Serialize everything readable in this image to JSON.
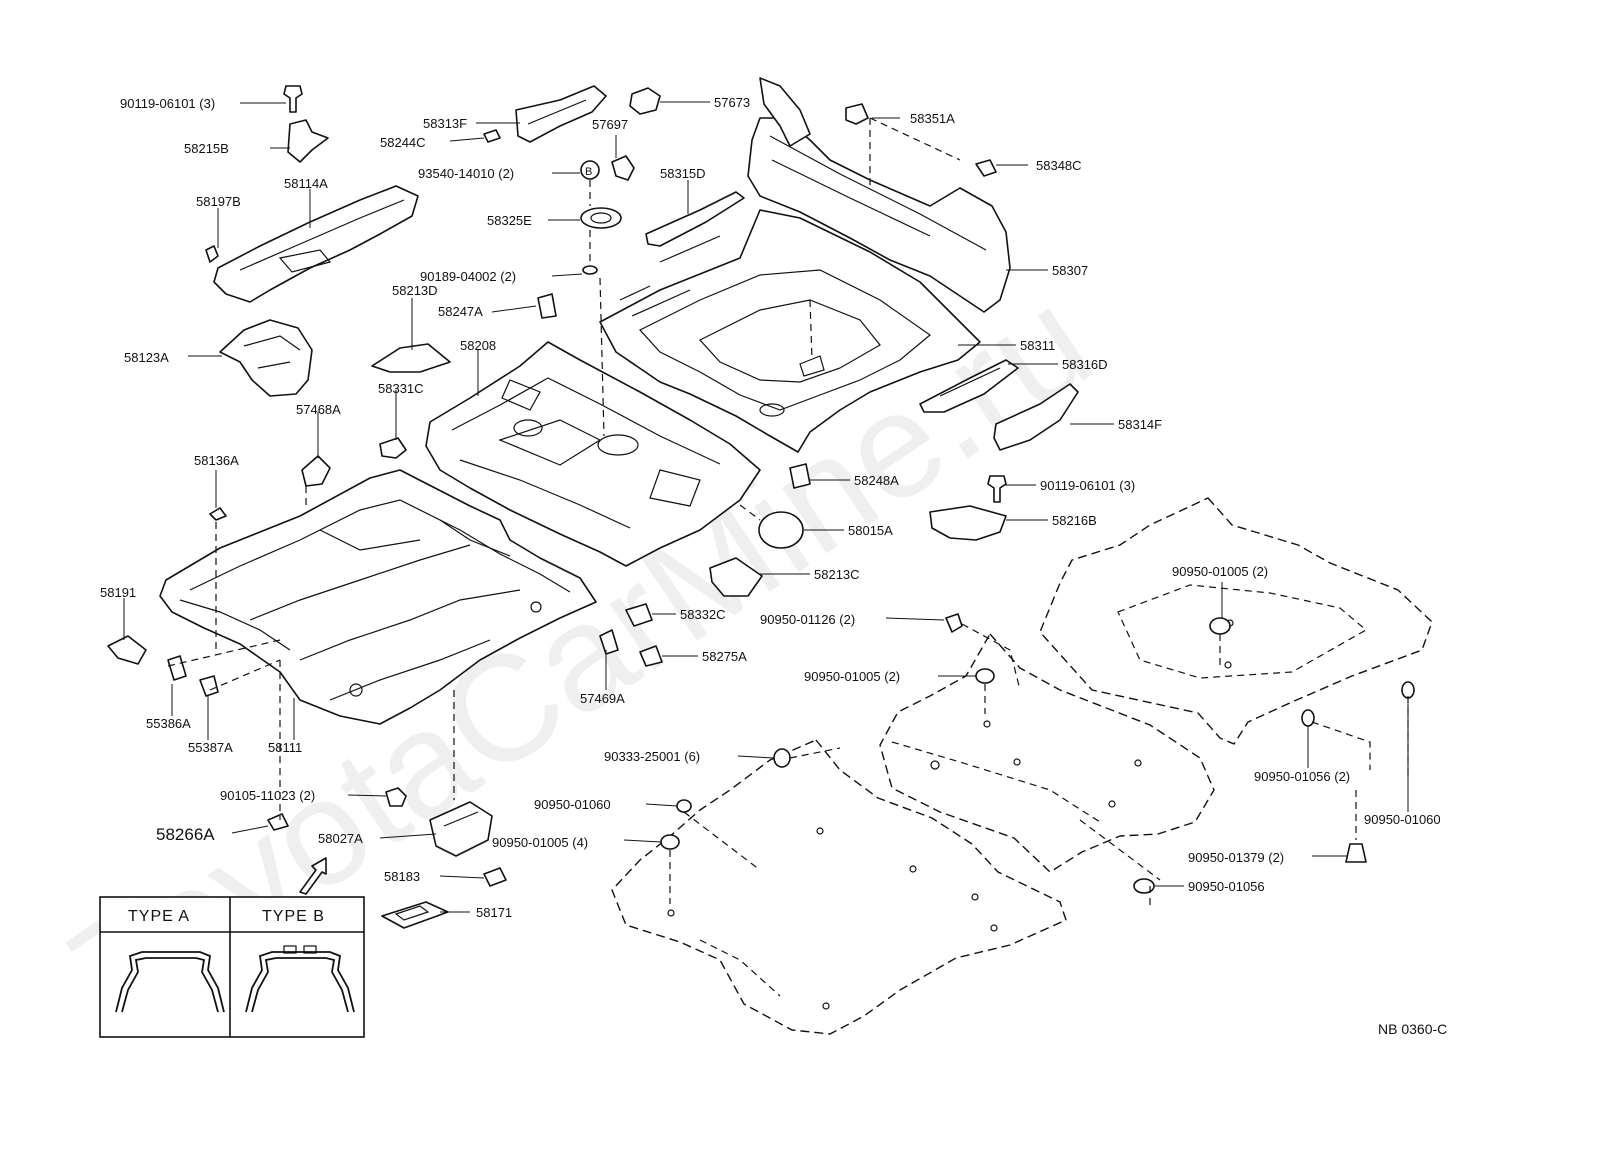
{
  "watermark": "ToyotaCarMine.ru",
  "diagram_code": "NB 0360-C",
  "type_box": {
    "type_a": "TYPE A",
    "type_b": "TYPE B"
  },
  "labels": {
    "l_90119_06101_3_top": "90119-06101 (3)",
    "l_58215B": "58215B",
    "l_58313F": "58313F",
    "l_58244C": "58244C",
    "l_57673": "57673",
    "l_57697": "57697",
    "l_58351A": "58351A",
    "l_93540_14010_2": "93540-14010 (2)",
    "l_58315D": "58315D",
    "l_58348C": "58348C",
    "l_58114A": "58114A",
    "l_58197B": "58197B",
    "l_58325E": "58325E",
    "l_58307": "58307",
    "l_90189_04002_2": "90189-04002 (2)",
    "l_58213D": "58213D",
    "l_58247A": "58247A",
    "l_58311": "58311",
    "l_58123A": "58123A",
    "l_58208": "58208",
    "l_58316D": "58316D",
    "l_58331C": "58331C",
    "l_58314F": "58314F",
    "l_57468A": "57468A",
    "l_58136A": "58136A",
    "l_58248A": "58248A",
    "l_90119_06101_3_right": "90119-06101 (3)",
    "l_58216B": "58216B",
    "l_58015A": "58015A",
    "l_58213C": "58213C",
    "l_90950_01005_2_right": "90950-01005 (2)",
    "l_58191": "58191",
    "l_58332C": "58332C",
    "l_90950_01126_2": "90950-01126 (2)",
    "l_58275A": "58275A",
    "l_90950_01005_2_mid": "90950-01005 (2)",
    "l_55386A": "55386A",
    "l_57469A": "57469A",
    "l_55387A": "55387A",
    "l_58111": "58111",
    "l_90333_25001_6": "90333-25001 (6)",
    "l_90950_01056_2": "90950-01056 (2)",
    "l_90105_11023_2": "90105-11023 (2)",
    "l_90950_01060_left": "90950-01060",
    "l_90950_01060_right": "90950-01060",
    "l_58266A": "58266A",
    "l_90950_01005_4": "90950-01005 (4)",
    "l_58027A": "58027A",
    "l_90950_01379_2": "90950-01379 (2)",
    "l_58183": "58183",
    "l_90950_01056": "90950-01056",
    "l_58171": "58171"
  }
}
